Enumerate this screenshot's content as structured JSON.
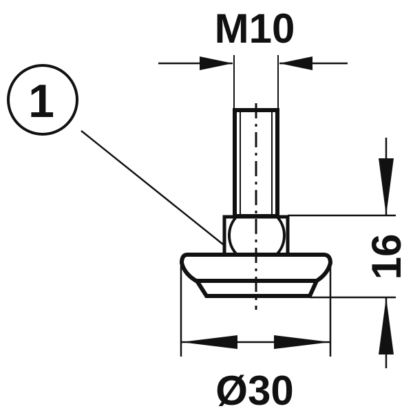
{
  "labels": {
    "thread": "M10",
    "diameter": "Ø30",
    "height": "16",
    "callout": "1"
  },
  "colors": {
    "ink": "#111111",
    "background": "#ffffff"
  }
}
